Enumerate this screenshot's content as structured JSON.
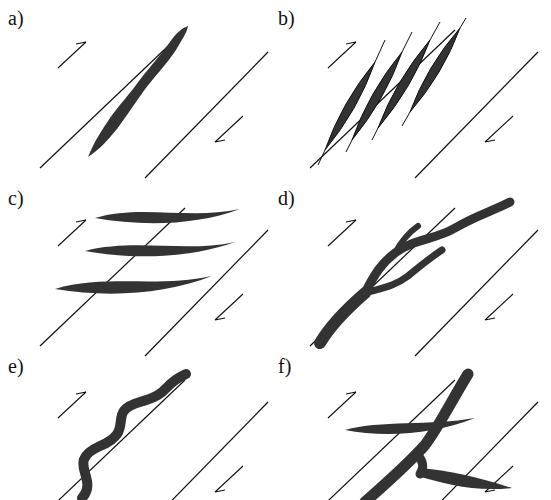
{
  "diagram": {
    "labels": [
      "a)",
      "b)",
      "c)",
      "d)",
      "e)",
      "f)"
    ]
  }
}
